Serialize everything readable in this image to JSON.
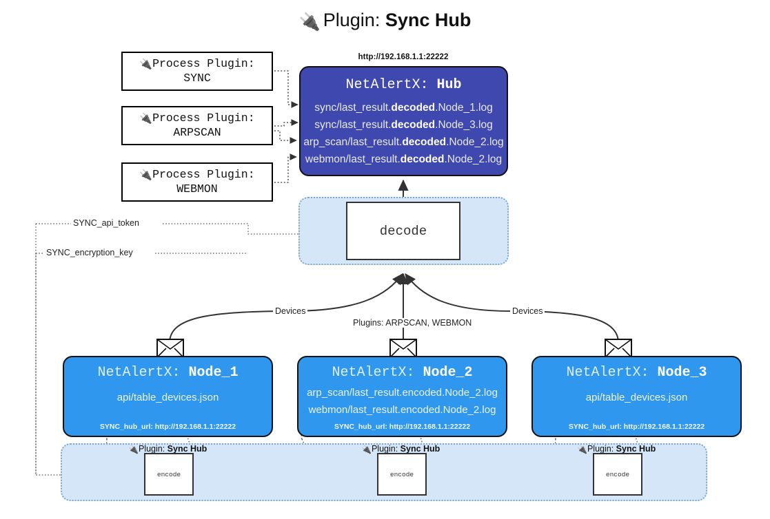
{
  "header": {
    "icon": "plug-icon",
    "prefix": "Plugin: ",
    "title": "Sync Hub"
  },
  "process_plugins": [
    {
      "icon": "plug-icon",
      "line1": "Process Plugin:",
      "line2": "SYNC"
    },
    {
      "icon": "plug-icon",
      "line1": "Process Plugin:",
      "line2": "ARPSCAN"
    },
    {
      "icon": "plug-icon",
      "line1": "Process Plugin:",
      "line2": "WEBMON"
    }
  ],
  "hub": {
    "url": "http://192.168.1.1:22222",
    "title_prefix": "NetAlertX: ",
    "title_name": "Hub",
    "logs": [
      {
        "pre": "sync/last_result.",
        "mid": "decoded",
        "post": ".Node_1.log"
      },
      {
        "pre": "sync/last_result.",
        "mid": "decoded",
        "post": ".Node_3.log"
      },
      {
        "pre": "arp_scan/last_result.",
        "mid": "decoded",
        "post": ".Node_2.log"
      },
      {
        "pre": "webmon/last_result.",
        "mid": "decoded",
        "post": ".Node_2.log"
      }
    ]
  },
  "decode": {
    "label": "decode"
  },
  "secrets": [
    {
      "label": "SYNC_api_token"
    },
    {
      "label": "SYNC_encryption_key"
    }
  ],
  "edge_labels": {
    "devices_left": "Devices",
    "plugins_mid": "Plugins: ARPSCAN, WEBMON",
    "devices_right": "Devices"
  },
  "nodes": [
    {
      "title_prefix": "NetAlertX: ",
      "title_name": "Node_1",
      "lines": [
        "api/table_devices.json"
      ],
      "hub_url_label": "SYNC_hub_url: http://192.168.1.1:22222",
      "envelope_icon": "envelope-icon"
    },
    {
      "title_prefix": "NetAlertX: ",
      "title_name": "Node_2",
      "lines": [
        "arp_scan/last_result.encoded.Node_2.log",
        "webmon/last_result.encoded.Node_2.log"
      ],
      "hub_url_label": "SYNC_hub_url: http://192.168.1.1:22222",
      "envelope_icon": "envelope-icon"
    },
    {
      "title_prefix": "NetAlertX: ",
      "title_name": "Node_3",
      "lines": [
        "api/table_devices.json"
      ],
      "hub_url_label": "SYNC_hub_url: http://192.168.1.1:22222",
      "envelope_icon": "envelope-icon"
    }
  ],
  "encoders": [
    {
      "plugin_prefix": "Plugin: ",
      "plugin_name": "Sync Hub",
      "box_label": "encode",
      "icon": "plug-icon"
    },
    {
      "plugin_prefix": "Plugin: ",
      "plugin_name": "Sync Hub",
      "box_label": "encode",
      "icon": "plug-icon"
    },
    {
      "plugin_prefix": "Plugin: ",
      "plugin_name": "Sync Hub",
      "box_label": "encode",
      "icon": "plug-icon"
    }
  ],
  "colors": {
    "hub_fill": "#3f48ae",
    "node_fill": "#2f97ee",
    "container_fill": "#d4e6f8",
    "container_border": "#7fa8c8",
    "stroke": "#333333"
  }
}
